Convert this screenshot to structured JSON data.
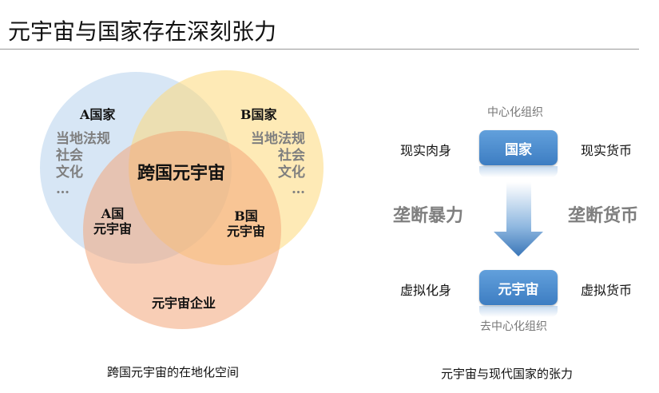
{
  "title": "元宇宙与国家存在深刻张力",
  "venn": {
    "country_a": "A国家",
    "country_b": "B国家",
    "a_local": [
      "当地法规",
      "社会",
      "文化",
      "…"
    ],
    "b_local": [
      "当地法规",
      "社会",
      "文化",
      "…"
    ],
    "center": "跨国元宇宙",
    "a_meta": [
      "A国",
      "元宇宙"
    ],
    "b_meta": [
      "B国",
      "元宇宙"
    ],
    "enterprise": "元宇宙企业",
    "caption": "跨国元宇宙的在地化空间",
    "colors": {
      "blue": "#bcd5ee",
      "yellow": "#fde39a",
      "orange": "#f4b08a"
    }
  },
  "tension": {
    "top_org": "中心化组织",
    "top_box": "国家",
    "top_left": "现实肉身",
    "top_right": "现实货币",
    "mid_left": "垄断暴力",
    "mid_right": "垄断货币",
    "bottom_box": "元宇宙",
    "bottom_left": "虚拟化身",
    "bottom_right": "虚拟货币",
    "bottom_org": "去中心化组织",
    "caption": "元宇宙与现代国家的张力"
  }
}
